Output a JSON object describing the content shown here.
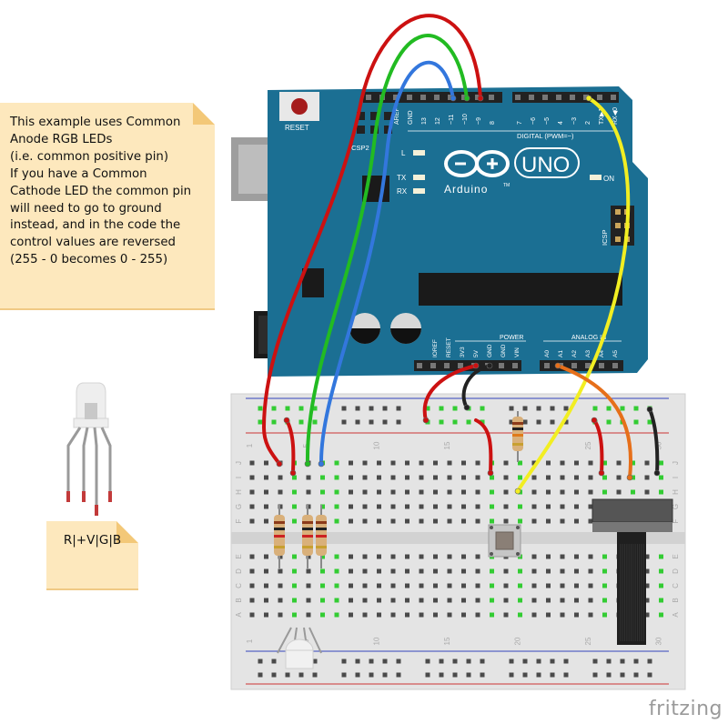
{
  "notes": {
    "main": [
      "This example uses Common",
      "Anode RGB LEDs",
      "(i.e. common positive pin)",
      "If you have a Common",
      "Cathode LED the common pin",
      "will need to go to ground",
      "instead, and in the code the",
      "control values are reversed",
      "(255 - 0 becomes 0 - 255)"
    ],
    "pinout": "R|+V|G|B"
  },
  "arduino": {
    "logo_text": "Arduino",
    "tm": "TM",
    "model": "UNO",
    "reset_label": "RESET",
    "icsp2_label": "ICSP2",
    "icsp_label": "ICSP",
    "digital_label": "DIGITAL (PWM=~)",
    "power_label": "POWER",
    "analog_label": "ANALOG IN",
    "led_labels": [
      "L",
      "TX",
      "RX"
    ],
    "on_label": "ON",
    "top_pins_left": [
      "AREF",
      "GND",
      "13",
      "12",
      "~11",
      "~10",
      "~9",
      "8"
    ],
    "top_pins_right": [
      "7",
      "~6",
      "~5",
      "4",
      "~3",
      "2",
      "TX▶1",
      "RX◀0"
    ],
    "power_pins": [
      "IOREF",
      "RESET",
      "3V3",
      "5V",
      "GND",
      "GND",
      "VIN"
    ],
    "analog_pins": [
      "A0",
      "A1",
      "A2",
      "A3",
      "A4",
      "A5"
    ]
  },
  "breadboard": {
    "column_numbers": [
      "1",
      "5",
      "10",
      "15",
      "20",
      "25",
      "30"
    ],
    "row_letters_top": [
      "J",
      "I",
      "H",
      "G",
      "F"
    ],
    "row_letters_bottom": [
      "E",
      "D",
      "C",
      "B",
      "A"
    ]
  },
  "colors": {
    "board": "#1b6f93",
    "wire_red": "#cc1111",
    "wire_green": "#22bb22",
    "wire_blue": "#3377dd",
    "wire_yellow": "#f2ee22",
    "wire_orange": "#e66f1a",
    "wire_black": "#222222",
    "note": "#fde8bd"
  },
  "watermark": "fritzing"
}
